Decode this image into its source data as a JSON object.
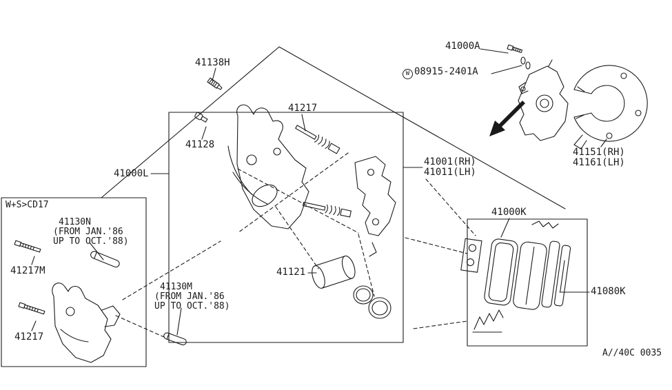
{
  "meta": {
    "background": "#ffffff",
    "ink": "#1a1a1a"
  },
  "labels": {
    "bleed_screw": "41138H",
    "bolt": "41000A",
    "washer_w": "W",
    "washer": "08915-2401A",
    "pin_bolt_top": "41217",
    "fitting": "41128",
    "caliper_assy": "41000L",
    "caliper_rh": "41001(RH)",
    "caliper_lh": "41011(LH)",
    "shield_rh": "41151(RH)",
    "shield_lh": "41161(LH)",
    "variant": "W+S>CD17",
    "slide_pin_n": "41130N",
    "slide_pin_n_note1": "(FROM JAN.'86",
    "slide_pin_n_note2": "UP TO OCT.'88)",
    "pin_bolt_m": "41217M",
    "slide_pin_m": "41130M",
    "slide_pin_m_note1": "(FROM JAN.'86",
    "slide_pin_m_note2": "UP TO OCT.'88)",
    "pin_bolt_bottom": "41217",
    "piston": "41121",
    "pad_kit": "41000K",
    "shim_kit": "41080K",
    "drawing_code": "A//40C 0035"
  }
}
